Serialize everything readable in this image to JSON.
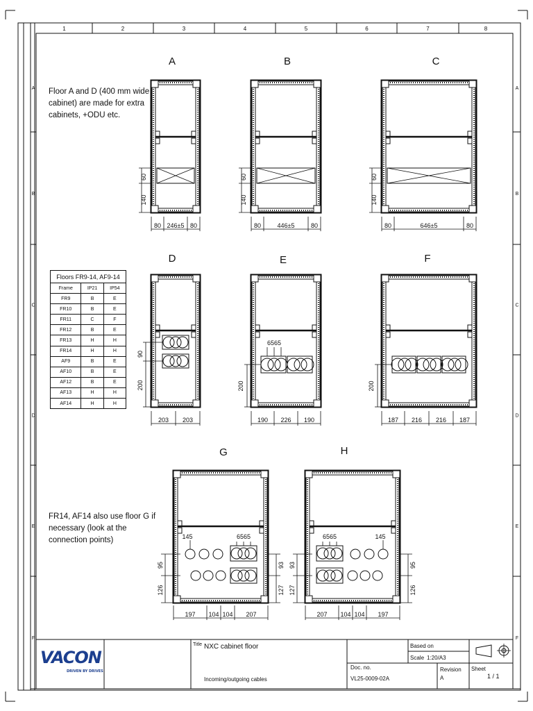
{
  "sheet": {
    "columns": [
      "1",
      "2",
      "3",
      "4",
      "5",
      "6",
      "7",
      "8"
    ],
    "rows": [
      "A",
      "B",
      "C",
      "D",
      "E",
      "F"
    ]
  },
  "notes": {
    "floor_ad": "Floor A and D (400 mm wide\ncabinet) are made for extra\ncabinets, +ODU etc.",
    "floor_g": "FR14, AF14 also use floor G if\nnecessary (look at the\nconnection points)"
  },
  "floors": [
    {
      "label": "A",
      "dims": [
        "80",
        "246±5",
        "80"
      ],
      "side": [
        "140",
        "60"
      ]
    },
    {
      "label": "B",
      "dims": [
        "80",
        "446±5",
        "80"
      ],
      "side": [
        "140",
        "60"
      ]
    },
    {
      "label": "C",
      "dims": [
        "80",
        "646±5",
        "80"
      ],
      "side": [
        "140",
        "60"
      ]
    },
    {
      "label": "D",
      "dims": [
        "203",
        "203"
      ],
      "side": [
        "200",
        "90"
      ]
    },
    {
      "label": "E",
      "dims": [
        "190",
        "226",
        "190"
      ],
      "side": [
        "200"
      ],
      "top": [
        "65",
        "65"
      ]
    },
    {
      "label": "F",
      "dims": [
        "187",
        "216",
        "216",
        "187"
      ],
      "side": [
        "200"
      ]
    },
    {
      "label": "G",
      "dims": [
        "197",
        "104",
        "104",
        "207"
      ],
      "side": [
        "126",
        "95"
      ],
      "side_r": [
        "127",
        "93"
      ],
      "top": [
        "145",
        "65",
        "65"
      ]
    },
    {
      "label": "H",
      "dims": [
        "207",
        "104",
        "104",
        "197"
      ],
      "side": [
        "127",
        "93"
      ],
      "side_r": [
        "126",
        "95"
      ],
      "top": [
        "65",
        "65",
        "145"
      ]
    }
  ],
  "table": {
    "caption": "Floors FR9-14, AF9-14",
    "headers": [
      "Frame",
      "IP21",
      "IP54"
    ],
    "rows": [
      [
        "FR9",
        "B",
        "E"
      ],
      [
        "FR10",
        "B",
        "E"
      ],
      [
        "FR11",
        "C",
        "F"
      ],
      [
        "FR12",
        "B",
        "E"
      ],
      [
        "FR13",
        "H",
        "H"
      ],
      [
        "FR14",
        "H",
        "H"
      ],
      [
        "AF9",
        "B",
        "E"
      ],
      [
        "AF10",
        "B",
        "E"
      ],
      [
        "AF12",
        "B",
        "E"
      ],
      [
        "AF13",
        "H",
        "H"
      ],
      [
        "AF14",
        "H",
        "H"
      ]
    ]
  },
  "title_block": {
    "logo": "VACON",
    "slogan": "DRIVEN BY DRIVES",
    "title_label": "Title",
    "title": "NXC cabinet floor",
    "subtitle": "Incoming/outgoing cables",
    "based_on_label": "Based on",
    "scale_label": "Scale",
    "scale": "1:20/A3",
    "doc_label": "Doc. no.",
    "doc_no": "VL25-0009-02A",
    "revision_label": "Revision",
    "revision": "A",
    "sheet_label": "Sheet",
    "sheet": "1 / 1"
  }
}
